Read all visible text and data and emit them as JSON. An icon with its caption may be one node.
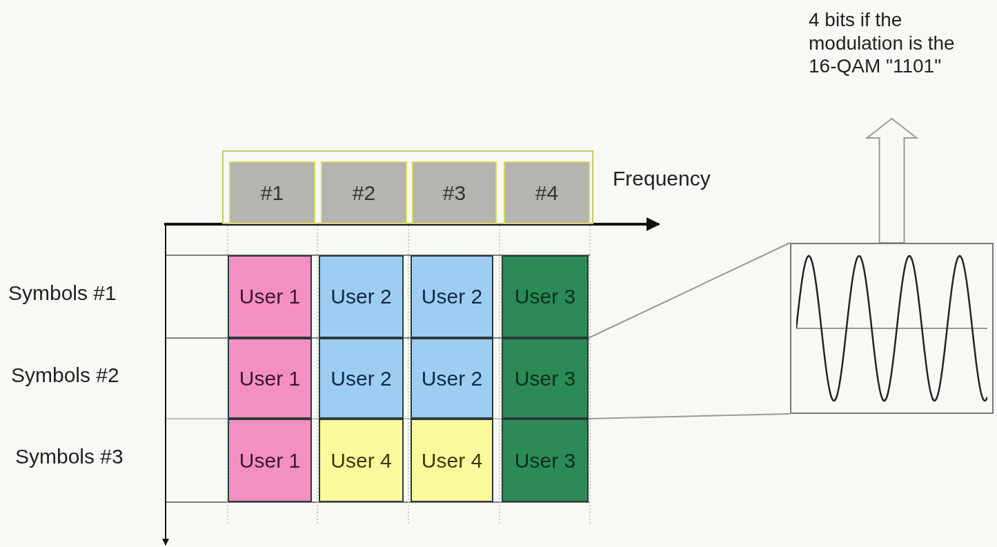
{
  "diagram": {
    "nodes": [
      {
        "text": [],
        "shape": "box"
      },
      {
        "text": [
          "#1"
        ],
        "in": 0
      },
      {
        "text": [
          "#2"
        ],
        "in": 0
      },
      {
        "text": [
          "#3"
        ],
        "in": 0
      },
      {
        "text": [
          "#4"
        ],
        "in": 0
      },
      {
        "text": [
          "User 1"
        ]
      },
      {
        "text": [
          "User 2"
        ]
      },
      {
        "text": [
          "User 2"
        ]
      },
      {
        "text": [
          "User 3"
        ]
      },
      {
        "text": [
          "User 1"
        ]
      },
      {
        "text": [
          "User 2"
        ]
      },
      {
        "text": [
          "User 2"
        ]
      },
      {
        "text": [
          "User 3"
        ]
      },
      {
        "text": [
          "User 1"
        ]
      },
      {
        "text": [
          "User 4"
        ]
      },
      {
        "text": [
          "User 4"
        ]
      },
      {
        "text": [
          "User 3"
        ]
      },
      {
        "text": [],
        "shape": "picture"
      },
      {
        "text": [
          "4 bits if the modulation is the 16-QAM \"1101\""
        ]
      }
    ],
    "edges": [
      {
        "from": 12,
        "to": 17,
        "arrow": "none"
      },
      {
        "from": 12,
        "to": 17,
        "arrow": "none"
      },
      {
        "from": 17,
        "to": 18,
        "arrow": "to"
      }
    ],
    "labels": [
      "Frequency",
      "Symbols #1",
      "Symbols #2",
      "Symbols #3"
    ]
  }
}
